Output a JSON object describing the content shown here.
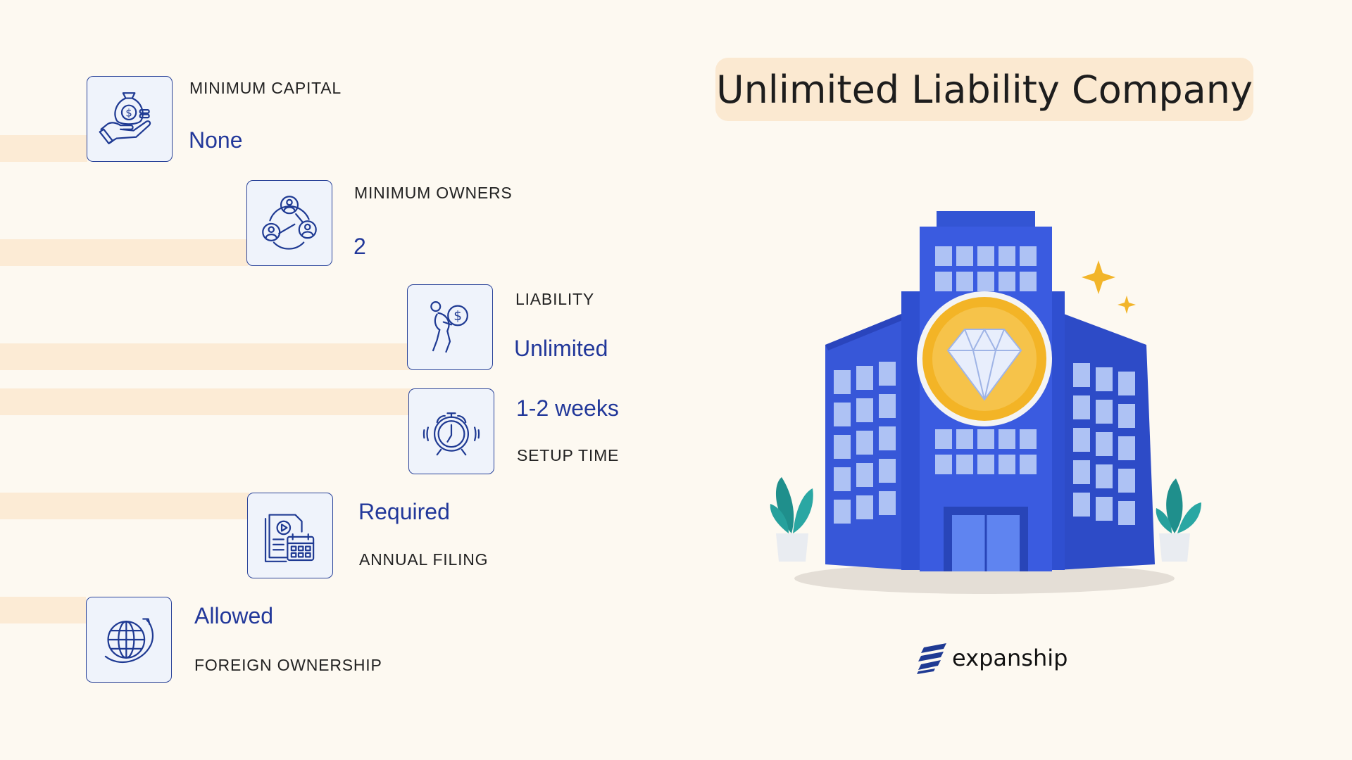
{
  "title": "Unlimited Liability Company",
  "features": [
    {
      "label": "MINIMUM CAPITAL",
      "value": "None",
      "icon": "money-bag-hand-icon"
    },
    {
      "label": "MINIMUM OWNERS",
      "value": "2",
      "icon": "owners-network-icon"
    },
    {
      "label": "LIABILITY",
      "value": "Unlimited",
      "icon": "person-carrying-coin-icon"
    },
    {
      "label": "SETUP TIME",
      "value": "1-2 weeks",
      "icon": "alarm-clock-icon"
    },
    {
      "label": "ANNUAL FILING",
      "value": "Required",
      "icon": "document-calendar-icon"
    },
    {
      "label": "FOREIGN OWNERSHIP",
      "value": "Allowed",
      "icon": "globe-arrow-icon"
    }
  ],
  "brand": {
    "name": "expanship",
    "icon": "expanship-logo-icon"
  },
  "illustration": "building-with-diamond-badge",
  "colors": {
    "background": "#fdf9f1",
    "band": "#fcebd5",
    "accent": "#22389a",
    "building": "#2f4fd0",
    "coin": "#f2b52a"
  }
}
